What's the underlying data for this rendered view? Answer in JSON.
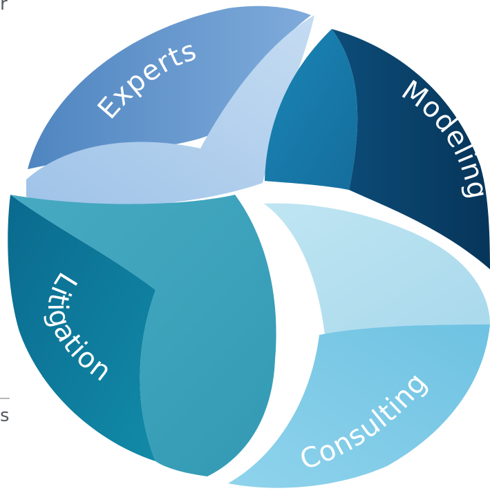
{
  "diagram": {
    "segments": [
      {
        "id": "experts",
        "label": "Experts"
      },
      {
        "id": "modeling",
        "label": "Modeling"
      },
      {
        "id": "consulting",
        "label": "Consulting"
      },
      {
        "id": "litigation",
        "label": "Litigation"
      }
    ],
    "edge_fragment": {
      "top_left": "r",
      "bottom_left": "s"
    },
    "colors": {
      "experts_dark": "#5b8ec6",
      "experts_light": "#a9cbec",
      "modeling_dark": "#0b4068",
      "modeling_mid": "#1a84b3",
      "consulting_light": "#b8e2f0",
      "consulting_mid": "#7fcbe6",
      "litigation_dark": "#0e7699",
      "litigation_mid": "#3fa3bc"
    }
  }
}
